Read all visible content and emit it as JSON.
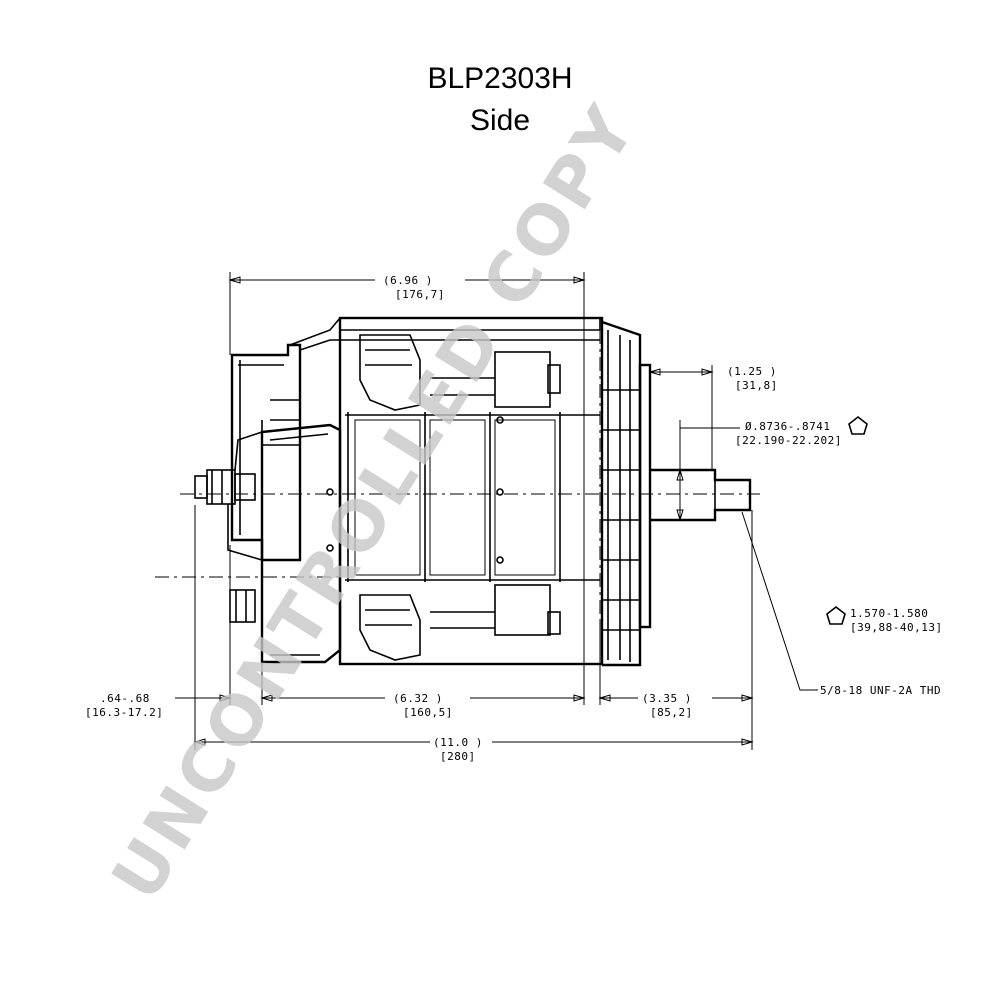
{
  "title": {
    "part_number": "BLP2303H",
    "view": "Side"
  },
  "dimensions": {
    "overall_body": {
      "inch": "(6.96  )",
      "mm": "[176,7]"
    },
    "pulley_offset": {
      "inch": "(1.25  )",
      "mm": "[31,8]"
    },
    "shaft_diameter": {
      "inch": "Ø.8736-.8741",
      "mm": "[22.190-22.202]"
    },
    "shaft_length": {
      "inch": "1.570-1.580",
      "mm": "[39,88-40,13]"
    },
    "thread_spec": "5/8-18 UNF-2A THD",
    "terminal_offset": {
      "inch": ".64-.68",
      "mm": "[16.3-17.2]"
    },
    "mount_span": {
      "inch": "(6.32  )",
      "mm": "[160,5]"
    },
    "shaft_extension": {
      "inch": "(3.35  )",
      "mm": "[85,2]"
    },
    "overall_length": {
      "inch": "(11.0 )",
      "mm": "[280]"
    }
  },
  "watermark": "UNCONTROLLED COPY"
}
